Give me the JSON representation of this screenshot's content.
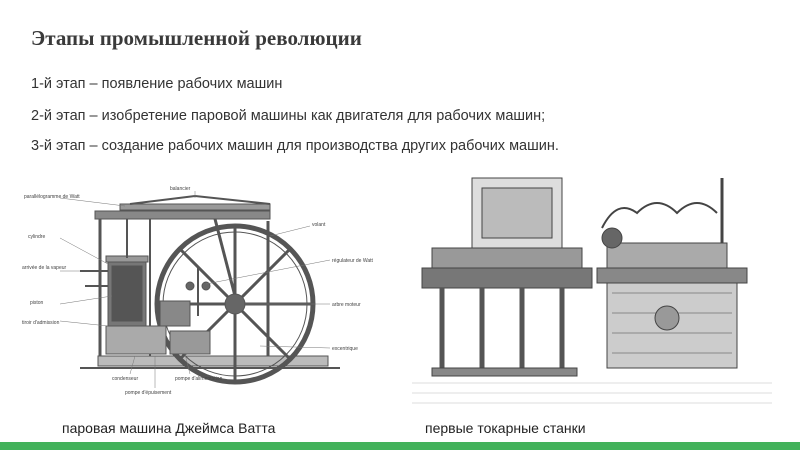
{
  "slide": {
    "title": "Этапы промышленной революции",
    "stages": [
      "1-й этап – появление рабочих машин",
      "2-й этап – изобретение паровой машины как двигателя для рабочих машин;",
      "3-й этап – создание рабочих машин для производства других рабочих машин."
    ]
  },
  "watt_engine": {
    "caption": "паровая машина Джеймса Ватта",
    "labels": {
      "parallelogram": "parallélogramme de Watt",
      "balancier": "balancier",
      "cylindre": "cylindre",
      "arrivee": "arrivée de la vapeur",
      "piston": "piston",
      "tiroir": "tiroir d'admission",
      "volant": "volant",
      "regulateur": "régulateur de Watt",
      "arbre": "arbre moteur",
      "excentrique": "excentrique",
      "condenseur": "condenseur",
      "pompe_alim": "pompe d'alimentation",
      "pompe_epuis": "pompe d'épuisement"
    }
  },
  "lathes": {
    "caption": "первые токарные станки"
  },
  "colors": {
    "accent_bar": "#43b25b"
  }
}
